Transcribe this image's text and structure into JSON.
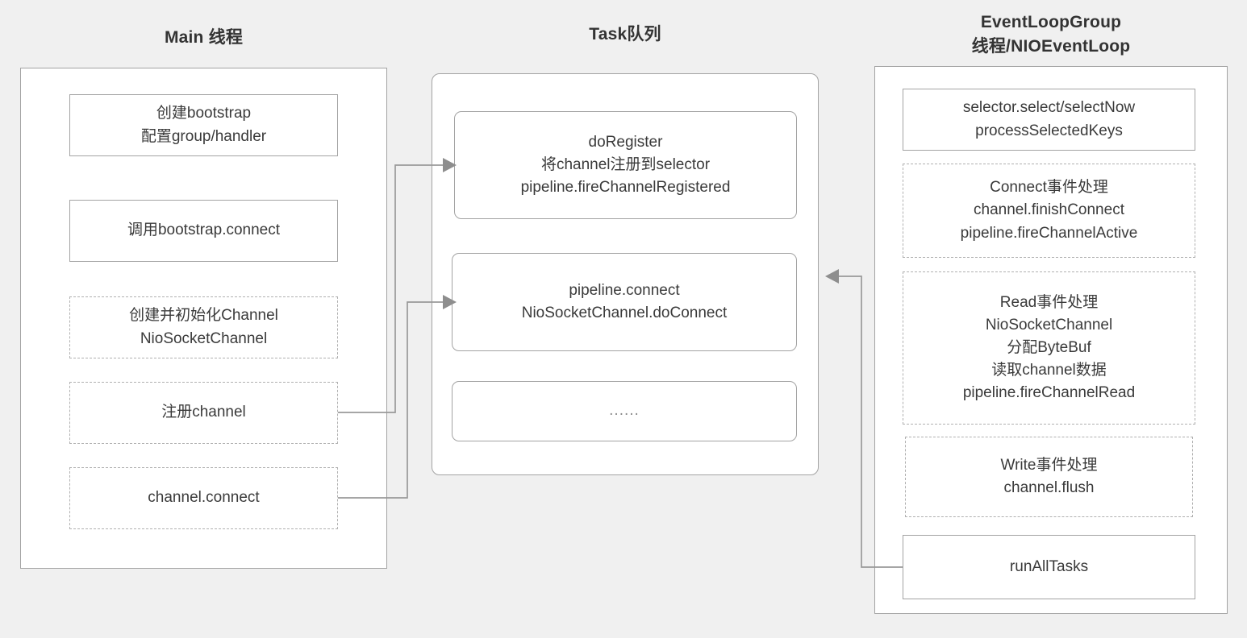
{
  "diagram": {
    "title_main": "Main 线程",
    "title_task": "Task队列",
    "title_eventloop": "EventLoopGroup\n线程/NIOEventLoop",
    "colors": {
      "background": "#f0f0f0",
      "panel": "#ffffff",
      "border_solid": "#a3a3a3",
      "border_dashed": "#b0b0b0",
      "text": "#3a3a3a",
      "title_text": "#333333",
      "connector": "#999999",
      "arrowhead": "#8e8e8e"
    }
  },
  "main_thread": {
    "nodes": [
      {
        "label": "创建bootstrap\n配置group/handler",
        "style": "solid"
      },
      {
        "label": "调用bootstrap.connect",
        "style": "solid"
      },
      {
        "label": "创建并初始化Channel\nNioSocketChannel",
        "style": "dashed"
      },
      {
        "label": "注册channel",
        "style": "dashed"
      },
      {
        "label": "channel.connect",
        "style": "dashed"
      }
    ]
  },
  "task_queue": {
    "nodes": [
      {
        "label": "doRegister\n将channel注册到selector\npipeline.fireChannelRegistered",
        "style": "solid"
      },
      {
        "label": "pipeline.connect\nNioSocketChannel.doConnect",
        "style": "solid"
      },
      {
        "label": "......",
        "style": "solid"
      }
    ]
  },
  "event_loop_group": {
    "nodes": [
      {
        "label": "selector.select/selectNow\nprocessSelectedKeys",
        "style": "solid"
      },
      {
        "label": "Connect事件处理\nchannel.finishConnect\npipeline.fireChannelActive",
        "style": "dashed"
      },
      {
        "label": "Read事件处理\nNioSocketChannel\n分配ByteBuf\n读取channel数据\npipeline.fireChannelRead",
        "style": "dashed"
      },
      {
        "label": "Write事件处理\nchannel.flush",
        "style": "dashed"
      },
      {
        "label": "runAllTasks",
        "style": "solid"
      }
    ]
  },
  "connectors": [
    {
      "from": "注册channel",
      "to": "doRegister"
    },
    {
      "from": "channel.connect",
      "to": "pipeline.connect"
    },
    {
      "from": "runAllTasks",
      "to": "task-queue-panel"
    }
  ]
}
